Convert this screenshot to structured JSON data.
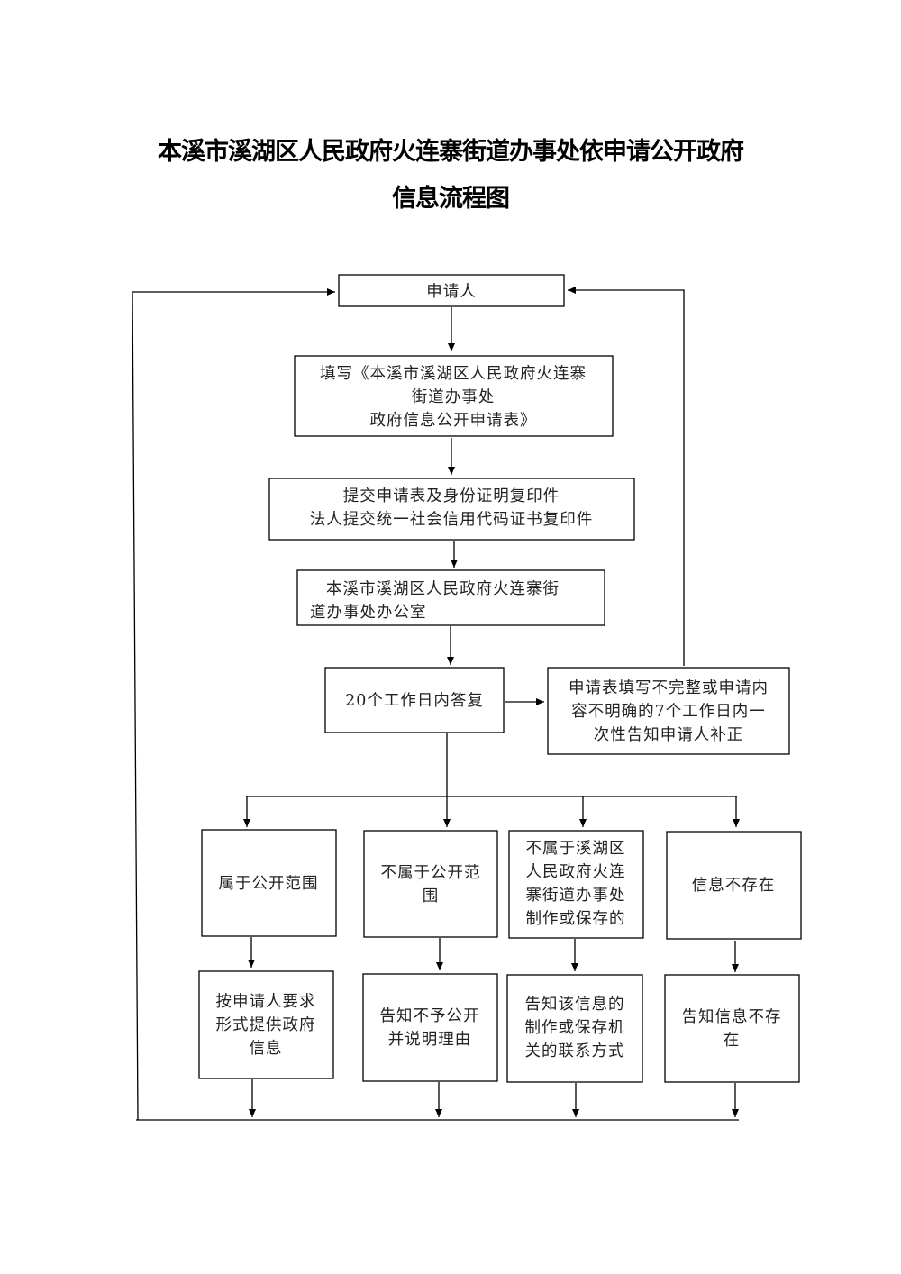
{
  "title": {
    "line1": "本溪市溪湖区人民政府火连寨街道办事处依申请公开政府",
    "line2": "信息流程图"
  },
  "nodes": {
    "applicant": [
      "申请人"
    ],
    "fill_form": [
      "填写《本溪市溪湖区人民政府火连寨",
      "街道办事处",
      "政府信息公开申请表》"
    ],
    "submit": [
      "提交申请表及身份证明复印件",
      "法人提交统一社会信用代码证书复印件"
    ],
    "office": [
      "本溪市溪湖区人民政府火连寨街",
      "道办事处办公室"
    ],
    "reply": [
      "20个工作日内答复"
    ],
    "incomplete": [
      "申请表填写不完整或申请内",
      "容不明确的7个工作日内一",
      "次性告知申请人补正"
    ],
    "public_scope": [
      "属于公开范围"
    ],
    "not_public": [
      "不属于公开范",
      "围"
    ],
    "not_ours": [
      "不属于溪湖区",
      "人民政府火连",
      "寨街道办事处",
      "制作或保存的"
    ],
    "not_exist": [
      "信息不存在"
    ],
    "provide": [
      "按申请人要求",
      "形式提供政府",
      "信息"
    ],
    "notify_not_public": [
      "告知不予公开",
      "并说明理由"
    ],
    "notify_contact": [
      "告知该信息的",
      "制作或保存机",
      "关的联系方式"
    ],
    "notify_not_exist": [
      "告知信息不存",
      "在"
    ]
  }
}
